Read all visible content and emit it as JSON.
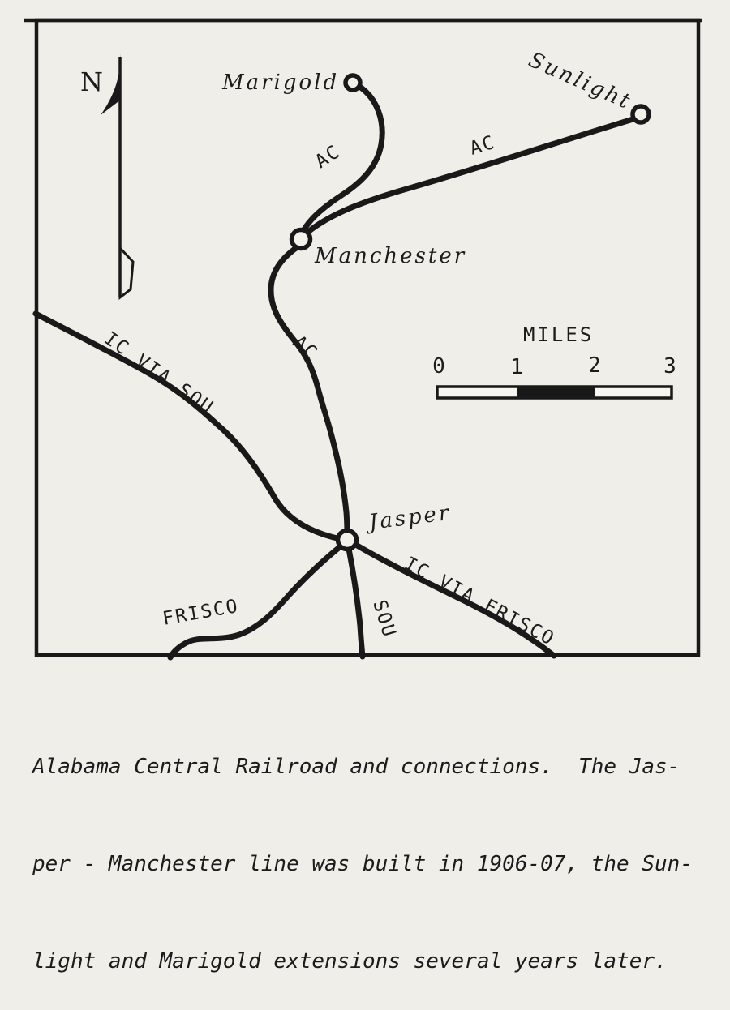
{
  "map": {
    "north_label": "N",
    "towns": [
      {
        "name": "Marigold"
      },
      {
        "name": "Sunlight"
      },
      {
        "name": "Manchester"
      },
      {
        "name": "Jasper"
      }
    ],
    "lines": [
      {
        "id": "ac-marigold-branch",
        "label": "AC"
      },
      {
        "id": "ac-sunlight-branch",
        "label": "AC"
      },
      {
        "id": "ac-mainline",
        "label": "AC"
      },
      {
        "id": "ic-via-sou",
        "label": "IC VIA SOU"
      },
      {
        "id": "frisco",
        "label": "FRISCO"
      },
      {
        "id": "sou",
        "label": "SOU"
      },
      {
        "id": "ic-via-frisco",
        "label": "IC VIA FRISCO"
      }
    ],
    "scale": {
      "title": "MILES",
      "ticks": [
        "0",
        "1",
        "2",
        "3"
      ]
    },
    "colors": {
      "ink": "#191919",
      "paper": "#f0eee8"
    }
  },
  "caption": {
    "line1": "Alabama Central Railroad and connections.  The Jas-",
    "line2": "per - Manchester line was built in 1906-07, the Sun-",
    "line3": "light and Marigold extensions several years later."
  }
}
